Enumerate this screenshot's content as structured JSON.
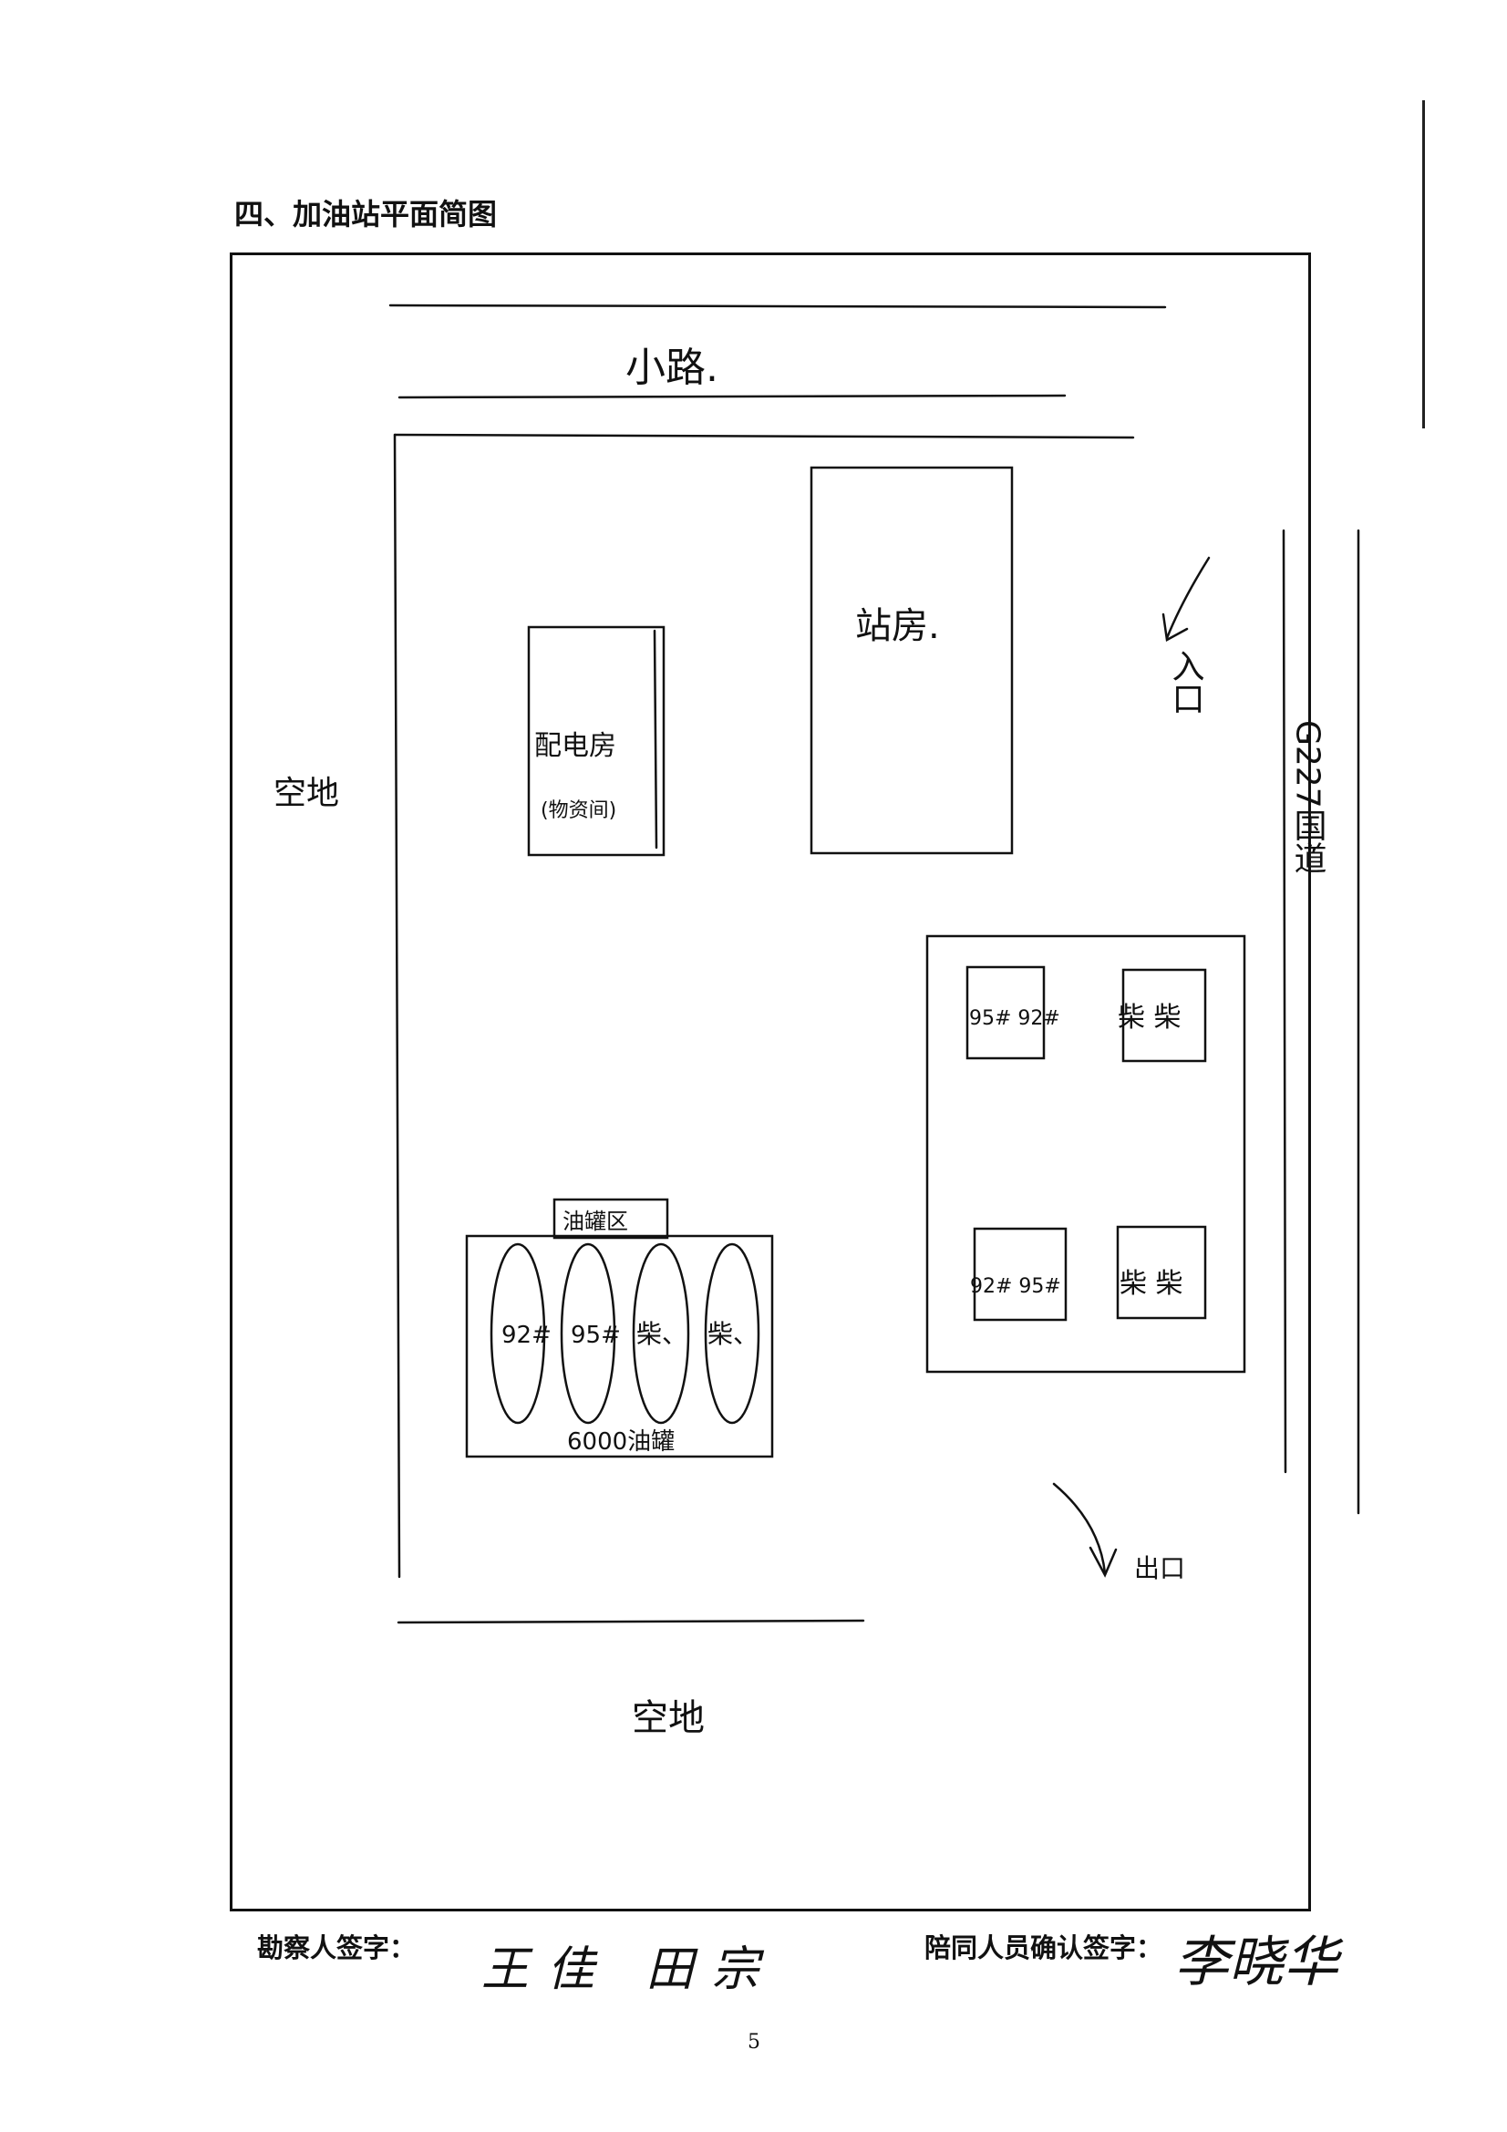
{
  "title": "四、加油站平面简图",
  "plan": {
    "road_top": "小路.",
    "left_side": "空地",
    "bottom_side": "空地",
    "right_road": "G227国道",
    "station_house": "站房.",
    "generator_room": "配电房",
    "generator_room_sub": "(物资间)",
    "entrance": "入口",
    "exit": "出口",
    "tank_area_label": "油罐区",
    "tank_capacity": "6000油罐",
    "tanks": [
      "92#",
      "95#",
      "柴、",
      "柴、"
    ],
    "dispensers": [
      {
        "label": "95# 92#"
      },
      {
        "label": "柴 柴"
      },
      {
        "label": "92# 95#"
      },
      {
        "label": "柴 柴"
      }
    ]
  },
  "footer": {
    "inspector_label": "勘察人签字：",
    "inspector_signature": "王佳 田宗",
    "companion_label": "陪同人员确认签字：",
    "companion_signature": "李晓华"
  },
  "page_number": "5"
}
